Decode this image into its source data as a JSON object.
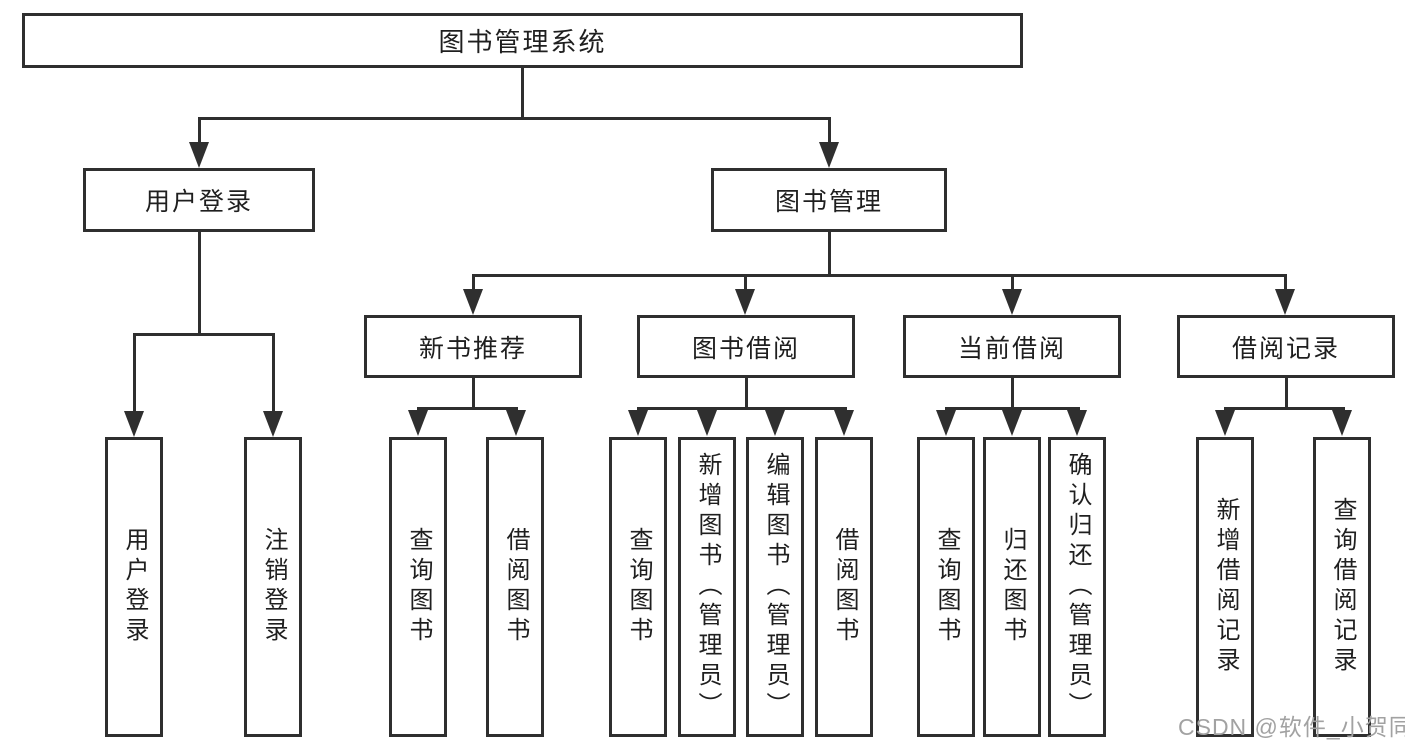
{
  "colors": {
    "line": "#2f2f2f",
    "text": "#1f1f1f",
    "watermark": "#a2a2a2",
    "background": "#ffffff"
  },
  "diagram": {
    "type": "hierarchy-tree",
    "root": {
      "label": "图书管理系统"
    },
    "level2": [
      {
        "label": "用户登录",
        "parent": "图书管理系统"
      },
      {
        "label": "图书管理",
        "parent": "图书管理系统"
      }
    ],
    "level3": [
      {
        "label": "新书推荐",
        "parent": "图书管理"
      },
      {
        "label": "图书借阅",
        "parent": "图书管理"
      },
      {
        "label": "当前借阅",
        "parent": "图书管理"
      },
      {
        "label": "借阅记录",
        "parent": "图书管理"
      }
    ],
    "leaves": [
      {
        "label": "用户登录",
        "parent": "用户登录"
      },
      {
        "label": "注销登录",
        "parent": "用户登录"
      },
      {
        "label": "查询图书",
        "parent": "新书推荐"
      },
      {
        "label": "借阅图书",
        "parent": "新书推荐"
      },
      {
        "label": "查询图书",
        "parent": "图书借阅"
      },
      {
        "label": "新增图书（管理员）",
        "parent": "图书借阅"
      },
      {
        "label": "编辑图书（管理员）",
        "parent": "图书借阅"
      },
      {
        "label": "借阅图书",
        "parent": "图书借阅"
      },
      {
        "label": "查询图书",
        "parent": "当前借阅"
      },
      {
        "label": "归还图书",
        "parent": "当前借阅"
      },
      {
        "label": "确认归还（管理员）",
        "parent": "当前借阅"
      },
      {
        "label": "新增借阅记录",
        "parent": "借阅记录"
      },
      {
        "label": "查询借阅记录",
        "parent": "借阅记录"
      }
    ]
  },
  "watermark": {
    "text": "CSDN @软件_小贺同学"
  }
}
